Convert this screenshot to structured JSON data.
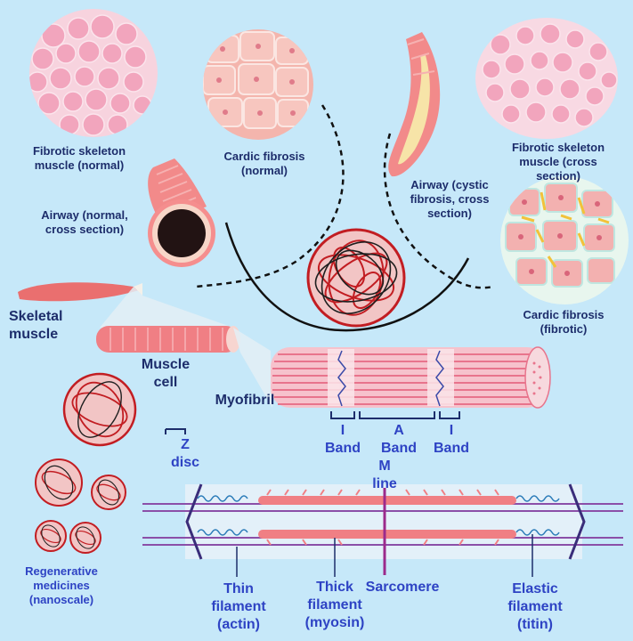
{
  "labels": {
    "fibrotic_skeleton_normal": "Fibrotic skeleton\nmuscle (normal)",
    "cardic_fibrosis_normal": "Cardic fibrosis\n(normal)",
    "airway_normal": "Airway (normal,\ncross section)",
    "airway_cystic": "Airway (cystic\nfibrosis, cross\nsection)",
    "fibrotic_skeleton_cross": "Fibrotic skeleton\nmuscle (cross\nsection)",
    "cardic_fibrosis_fibrotic": "Cardic fibrosis\n(fibrotic)",
    "skeletal_muscle": "Skeletal\nmuscle",
    "muscle_cell": "Muscle\ncell",
    "myofibril": "Myofibril",
    "i_band_left": "I\nBand",
    "a_band": "A\nBand",
    "i_band_right": "I\nBand",
    "m_line": "M\nline",
    "z_disc": "Z\ndisc",
    "regenerative_medicines": "Regenerative\nmedicines\n(nanoscale)",
    "thin_filament": "Thin\nfilament\n(actin)",
    "thick_filament": "Thick\nfilament\n(myosin)",
    "sarcomere": "Sarcomere",
    "elastic_filament": "Elastic\nfilament\n(titin)"
  },
  "colors": {
    "background": "#c6e8f9",
    "label_dark": "#1d2d6b",
    "label_blue": "#2e43c4",
    "muscle_pink": "#f08a9c",
    "tissue_pink": "#f2b4c4",
    "fiber_red": "#c21d22",
    "sarcomere_line": "#9b2a8c",
    "titin_blue": "#2a7bb8"
  }
}
